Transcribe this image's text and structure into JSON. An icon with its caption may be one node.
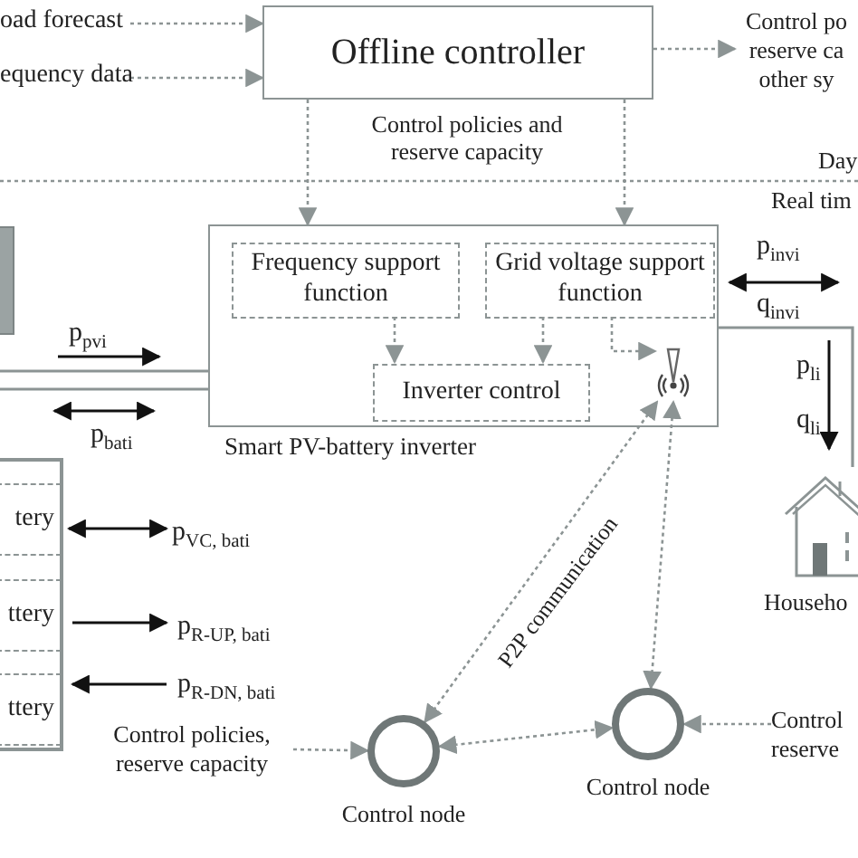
{
  "diagram": {
    "nodes": [
      {
        "text": [
          "oad forecast"
        ]
      },
      {
        "text": [
          "equency data"
        ]
      },
      {
        "text": [
          "Offline controller"
        ]
      },
      {
        "text": [
          "Control po reserve ca other sy"
        ]
      },
      {
        "text": [
          "Smart PV-battery inverter"
        ]
      },
      {
        "text": [
          "Frequency support function"
        ],
        "in": 4
      },
      {
        "text": [
          "Grid voltage support function"
        ],
        "in": 4
      },
      {
        "text": [
          "Inverter control"
        ],
        "in": 4
      },
      {
        "text": [],
        "shape": "antenna",
        "in": 4
      },
      {
        "text": [],
        "shape": "box"
      },
      {
        "text": [],
        "shape": "box"
      },
      {
        "text": [
          "tery"
        ],
        "in": 10
      },
      {
        "text": [
          "ttery"
        ],
        "in": 10
      },
      {
        "text": [
          "ttery"
        ],
        "in": 10
      },
      {
        "text": [
          "Househo"
        ]
      },
      {
        "text": [
          "Control policies, reserve capacity"
        ]
      },
      {
        "text": [
          "Control node"
        ]
      },
      {
        "text": [
          "Control node"
        ]
      },
      {
        "text": [
          "Control reserve"
        ]
      }
    ],
    "edges": [
      {
        "from": 0,
        "to": 2,
        "arrow": "to",
        "style": "dashed"
      },
      {
        "from": 1,
        "to": 2,
        "arrow": "to",
        "style": "dashed"
      },
      {
        "from": 2,
        "to": 3,
        "arrow": "to",
        "style": "dashed"
      },
      {
        "from": 2,
        "to": 4,
        "arrow": "to",
        "style": "dashed"
      },
      {
        "from": 2,
        "to": 4,
        "arrow": "to",
        "style": "dashed"
      },
      {
        "from": 5,
        "to": 7,
        "arrow": "to",
        "style": "dashed"
      },
      {
        "from": 6,
        "to": 7,
        "arrow": "to",
        "style": "dashed"
      },
      {
        "from": 6,
        "to": 8,
        "arrow": "to",
        "style": "dashed"
      },
      {
        "from": 16,
        "to": 8,
        "arrow": "both",
        "style": "dashed",
        "label": "P2P communication"
      },
      {
        "from": 17,
        "to": 8,
        "arrow": "both",
        "style": "dashed"
      },
      {
        "from": 16,
        "to": 17,
        "arrow": "both",
        "style": "dashed"
      },
      {
        "from": 15,
        "to": 16,
        "arrow": "to",
        "style": "dashed"
      },
      {
        "from": 18,
        "to": 17,
        "arrow": "to",
        "style": "dashed"
      },
      {
        "from": null,
        "to": 4,
        "arrow": "none"
      },
      {
        "from": null,
        "to": 4,
        "arrow": "none"
      },
      {
        "from": 4,
        "to": 14,
        "arrow": "none"
      }
    ],
    "labels": [
      "Control policies and reserve capacity",
      "Day",
      "Real tim",
      "p$_{pv}$$_{i}$",
      "p$_{bat}$$_{i}$",
      "p$_{inv}$$_{i}$",
      "q$_{inv}$$_{i}$",
      "p$_{l}$$_{i}$",
      "q$_{l}$$_{i}$",
      "p$_{VC, bat}$$_{i}$",
      "p$_{R-UP, bat}$$_{i}$",
      "p$_{R-DN, bat}$$_{i}$"
    ]
  }
}
